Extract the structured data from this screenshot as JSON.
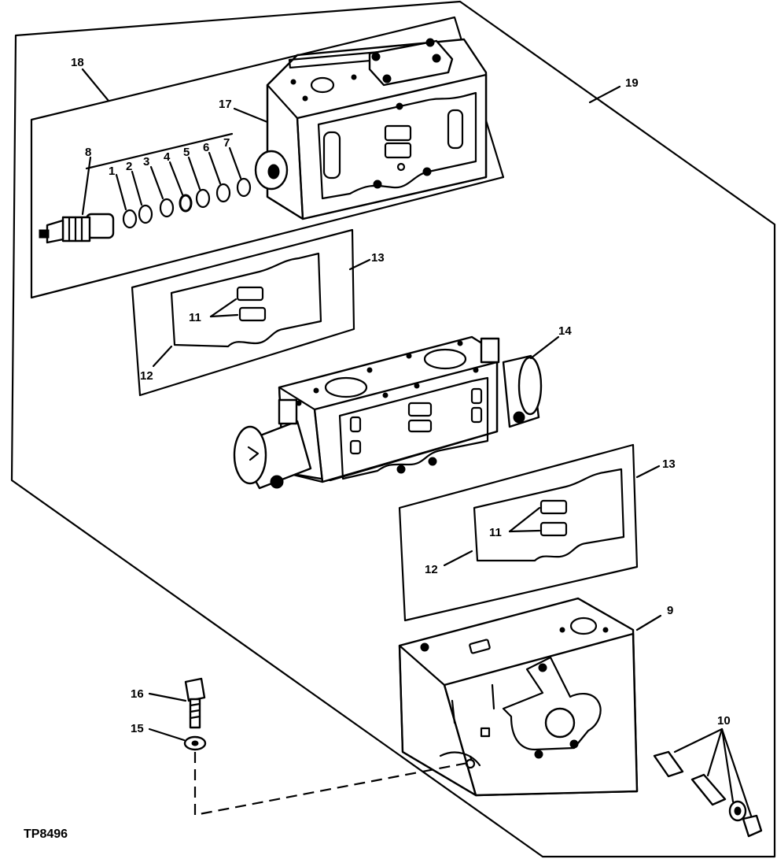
{
  "figure_id": "TP8496",
  "callouts": {
    "c1": "1",
    "c2": "2",
    "c3": "3",
    "c4": "4",
    "c5": "5",
    "c6": "6",
    "c7": "7",
    "c8": "8",
    "c9": "9",
    "c10": "10",
    "c11a": "11",
    "c11b": "11",
    "c12a": "12",
    "c12b": "12",
    "c13a": "13",
    "c13b": "13",
    "c14": "14",
    "c15": "15",
    "c16": "16",
    "c17": "17",
    "c18": "18",
    "c19": "19"
  }
}
